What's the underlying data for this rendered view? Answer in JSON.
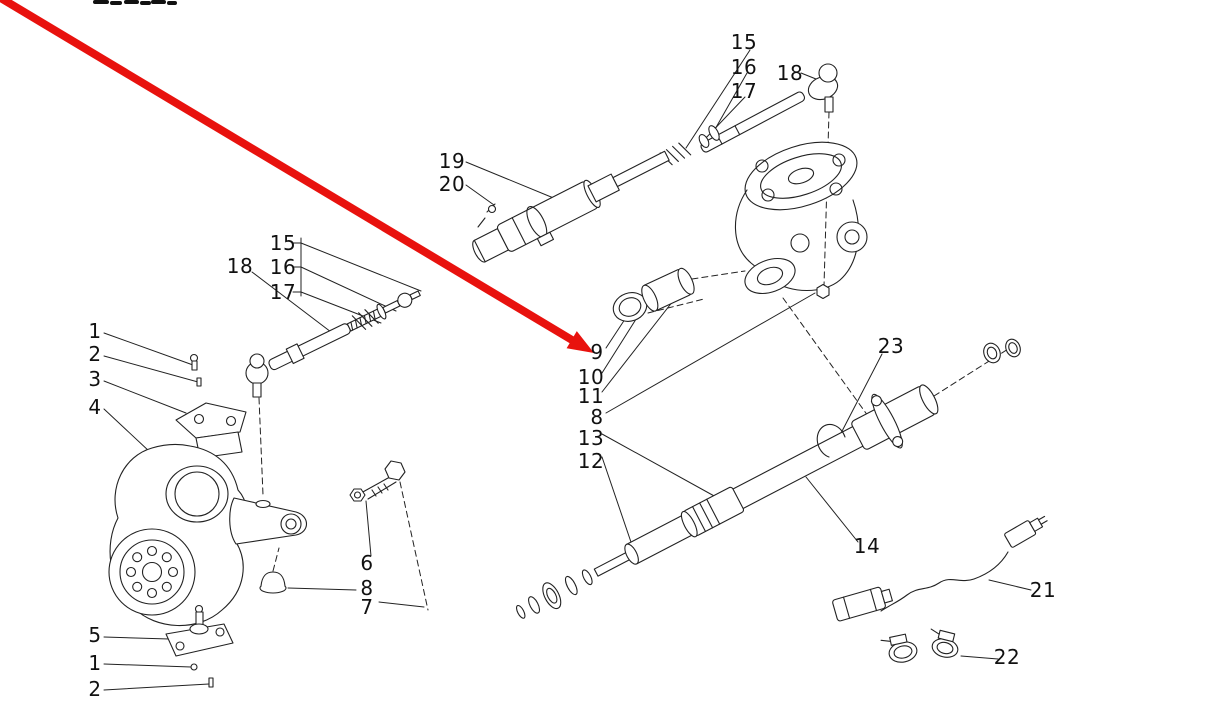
{
  "diagram": {
    "type": "exploded-parts-diagram",
    "colors": {
      "background": "#ffffff",
      "line_art": "#222222",
      "arrow": "#e8120e",
      "label_text": "#111111"
    },
    "labels": [
      "15",
      "16",
      "17",
      "18",
      "19",
      "20",
      "15",
      "16",
      "17",
      "18",
      "1",
      "2",
      "3",
      "4",
      "9",
      "10",
      "11",
      "8",
      "13",
      "12",
      "23",
      "14",
      "21",
      "22",
      "5",
      "1",
      "2",
      "6",
      "8",
      "7"
    ],
    "annotations": {
      "red_arrow": {
        "color": "#e8120e"
      }
    }
  }
}
